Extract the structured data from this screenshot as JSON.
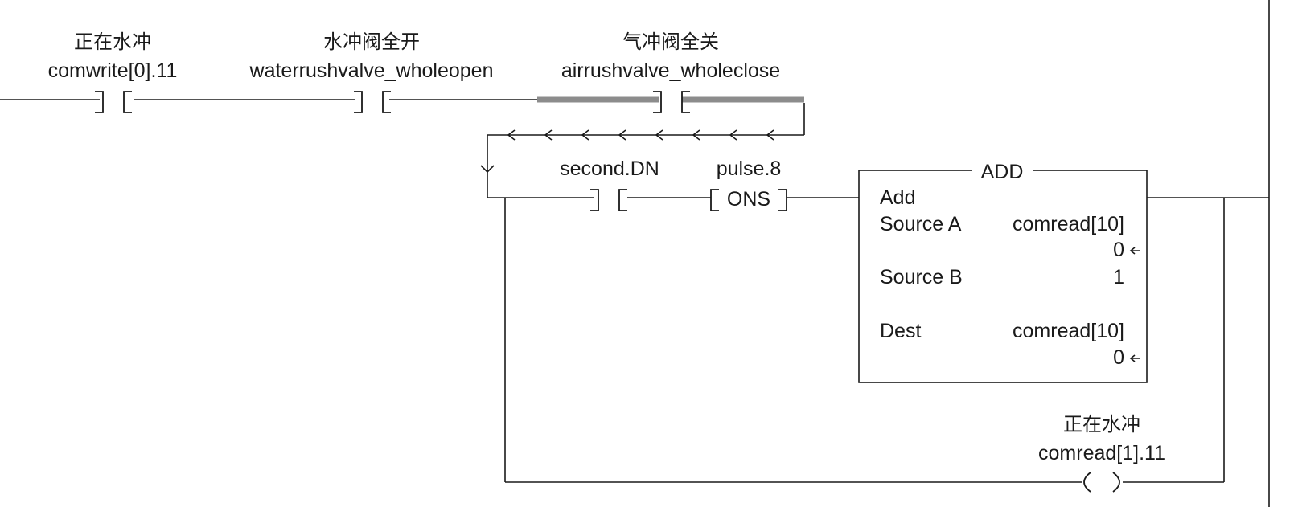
{
  "rung": {
    "contacts": [
      {
        "id": "c1",
        "description": "正在水冲",
        "tag": "comwrite[0].11",
        "type": "XIC"
      },
      {
        "id": "c2",
        "description": "水冲阀全开",
        "tag": "waterrushvalve_wholeopen",
        "type": "XIC"
      },
      {
        "id": "c3",
        "description": "气冲阀全关",
        "tag": "airrushvalve_wholeclose",
        "type": "XIC",
        "highlighted": true
      },
      {
        "id": "c4",
        "description": "",
        "tag": "second.DN",
        "type": "XIC"
      }
    ],
    "ons": {
      "tag": "pulse.8",
      "label": "ONS"
    },
    "add": {
      "title": "ADD",
      "subtitle": "Add",
      "source_a_label": "Source A",
      "source_a_tag": "comread[10]",
      "source_a_value": "0",
      "source_b_label": "Source B",
      "source_b_value": "1",
      "dest_label": "Dest",
      "dest_tag": "comread[10]",
      "dest_value": "0"
    },
    "coil": {
      "description": "正在水冲",
      "tag": "comread[1].11",
      "type": "OTE"
    }
  }
}
